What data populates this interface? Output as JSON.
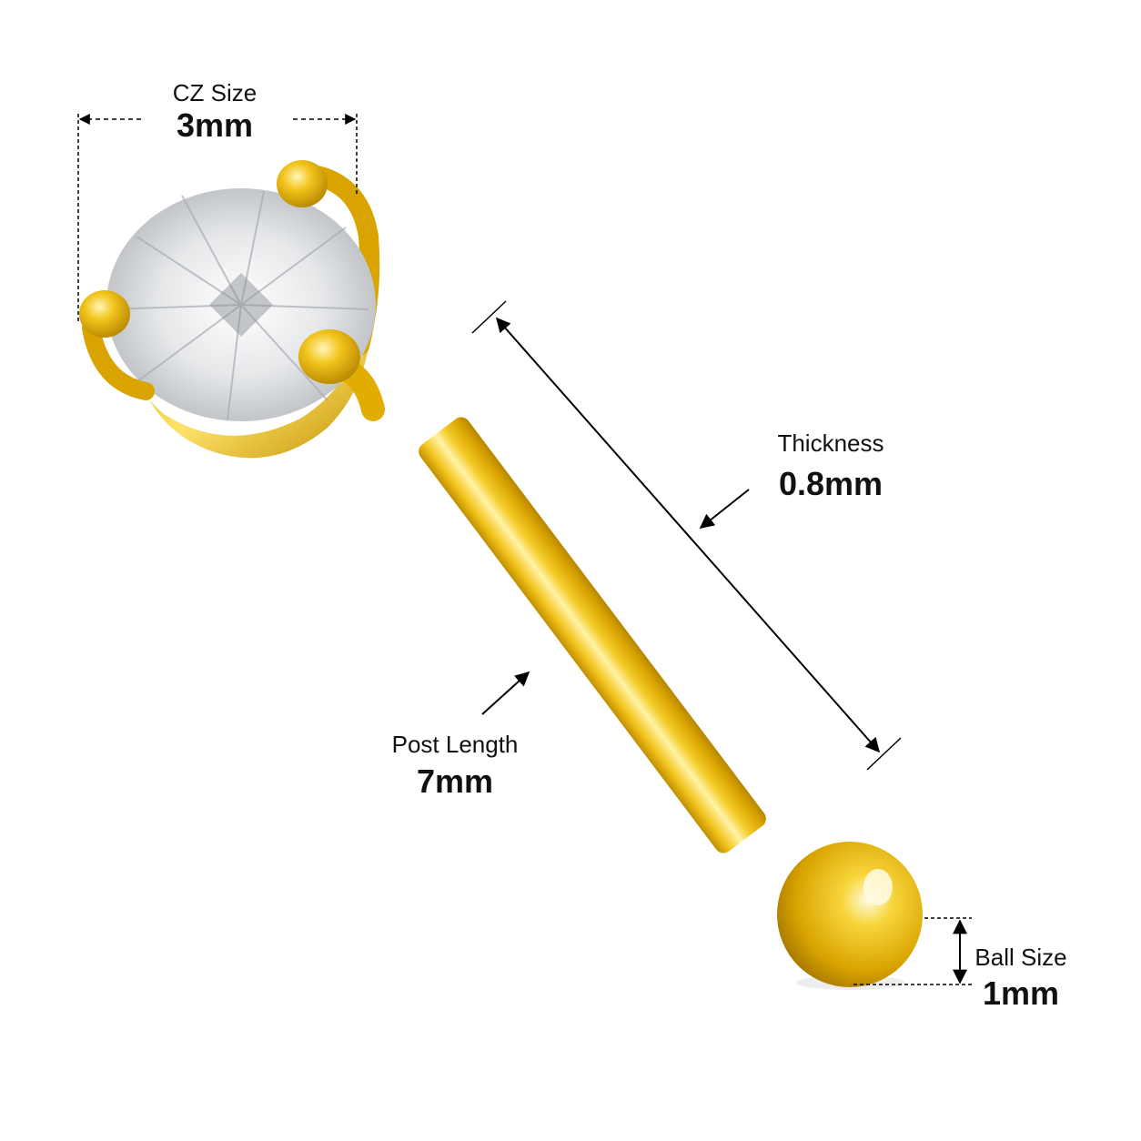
{
  "dimensions": {
    "cz_size": {
      "label": "CZ Size",
      "value": "3mm"
    },
    "thickness": {
      "label": "Thickness",
      "value": "0.8mm"
    },
    "post_length": {
      "label": "Post Length",
      "value": "7mm"
    },
    "ball_size": {
      "label": "Ball Size",
      "value": "1mm"
    }
  },
  "colors": {
    "gold_light": "#fff3a6",
    "gold_mid": "#f2c41c",
    "gold_dark": "#c18f00",
    "gem_light": "#ffffff",
    "gem_shade": "#b9bcc0",
    "measure_line": "#000000"
  }
}
